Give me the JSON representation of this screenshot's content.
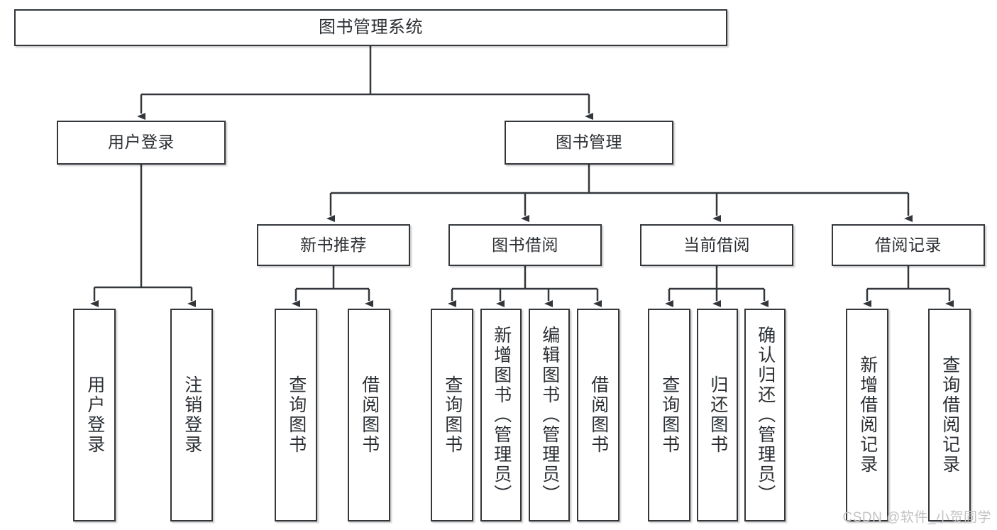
{
  "diagram": {
    "title": "图书管理系统",
    "watermark": "CSDN @软件_小贺同学",
    "colors": {
      "box_border": "#33373b",
      "box_fill": "#ffffff",
      "connector": "#33373b",
      "text": "#2b2f33",
      "watermark": "#c2c2c2",
      "background": "#ffffff"
    },
    "root": {
      "label": "图书管理系统"
    },
    "level2": [
      {
        "label": "用户登录"
      },
      {
        "label": "图书管理"
      }
    ],
    "level3": [
      {
        "label": "新书推荐"
      },
      {
        "label": "图书借阅"
      },
      {
        "label": "当前借阅"
      },
      {
        "label": "借阅记录"
      }
    ],
    "leaves": {
      "user_login": [
        {
          "label": "用户登录"
        },
        {
          "label": "注销登录"
        }
      ],
      "new_book_recommend": [
        {
          "label": "查询图书"
        },
        {
          "label": "借阅图书"
        }
      ],
      "book_borrow": [
        {
          "label": "查询图书"
        },
        {
          "label": "新增图书（管理员）"
        },
        {
          "label": "编辑图书（管理员）"
        },
        {
          "label": "借阅图书"
        }
      ],
      "current_borrow": [
        {
          "label": "查询图书"
        },
        {
          "label": "归还图书"
        },
        {
          "label": "确认归还（管理员）"
        }
      ],
      "borrow_record": [
        {
          "label": "新增借阅记录"
        },
        {
          "label": "查询借阅记录"
        }
      ]
    }
  }
}
